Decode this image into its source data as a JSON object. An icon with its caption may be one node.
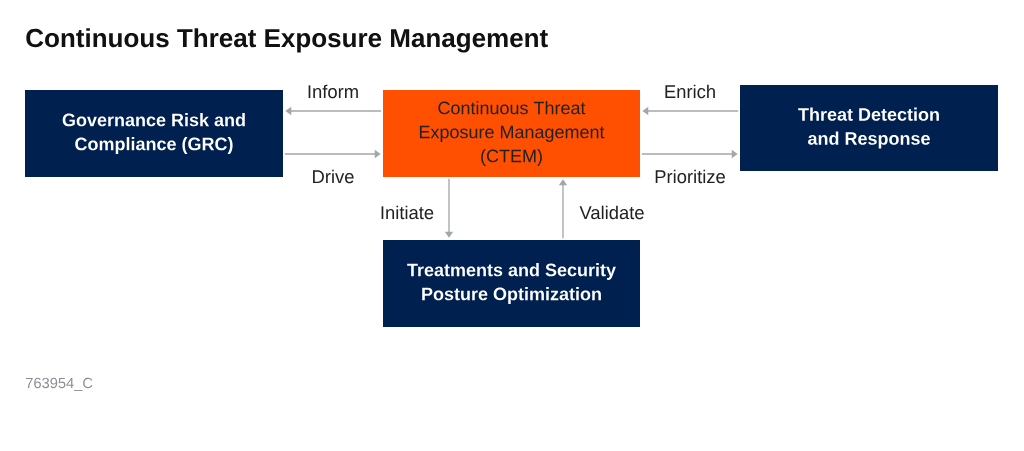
{
  "diagram": {
    "title": "Continuous Threat Exposure Management",
    "nodes": [
      {
        "text": [
          "Governance Risk and Compliance (GRC)"
        ]
      },
      {
        "text": [
          "Continuous Threat Exposure Management (CTEM)"
        ]
      },
      {
        "text": [
          "Threat Detection and Response"
        ]
      },
      {
        "text": [
          "Treatments and Security Posture Optimization"
        ]
      }
    ],
    "edges": [
      {
        "from": 1,
        "to": 0,
        "arrow": "to",
        "label": "Inform"
      },
      {
        "from": 0,
        "to": 1,
        "arrow": "to",
        "label": "Drive"
      },
      {
        "from": 2,
        "to": 1,
        "arrow": "to",
        "label": "Enrich"
      },
      {
        "from": 1,
        "to": 2,
        "arrow": "to",
        "label": "Prioritize"
      },
      {
        "from": 1,
        "to": 3,
        "arrow": "to",
        "label": "Initiate"
      },
      {
        "from": 3,
        "to": 1,
        "arrow": "to",
        "label": "Validate"
      }
    ],
    "labels": [
      "763954_C"
    ]
  }
}
